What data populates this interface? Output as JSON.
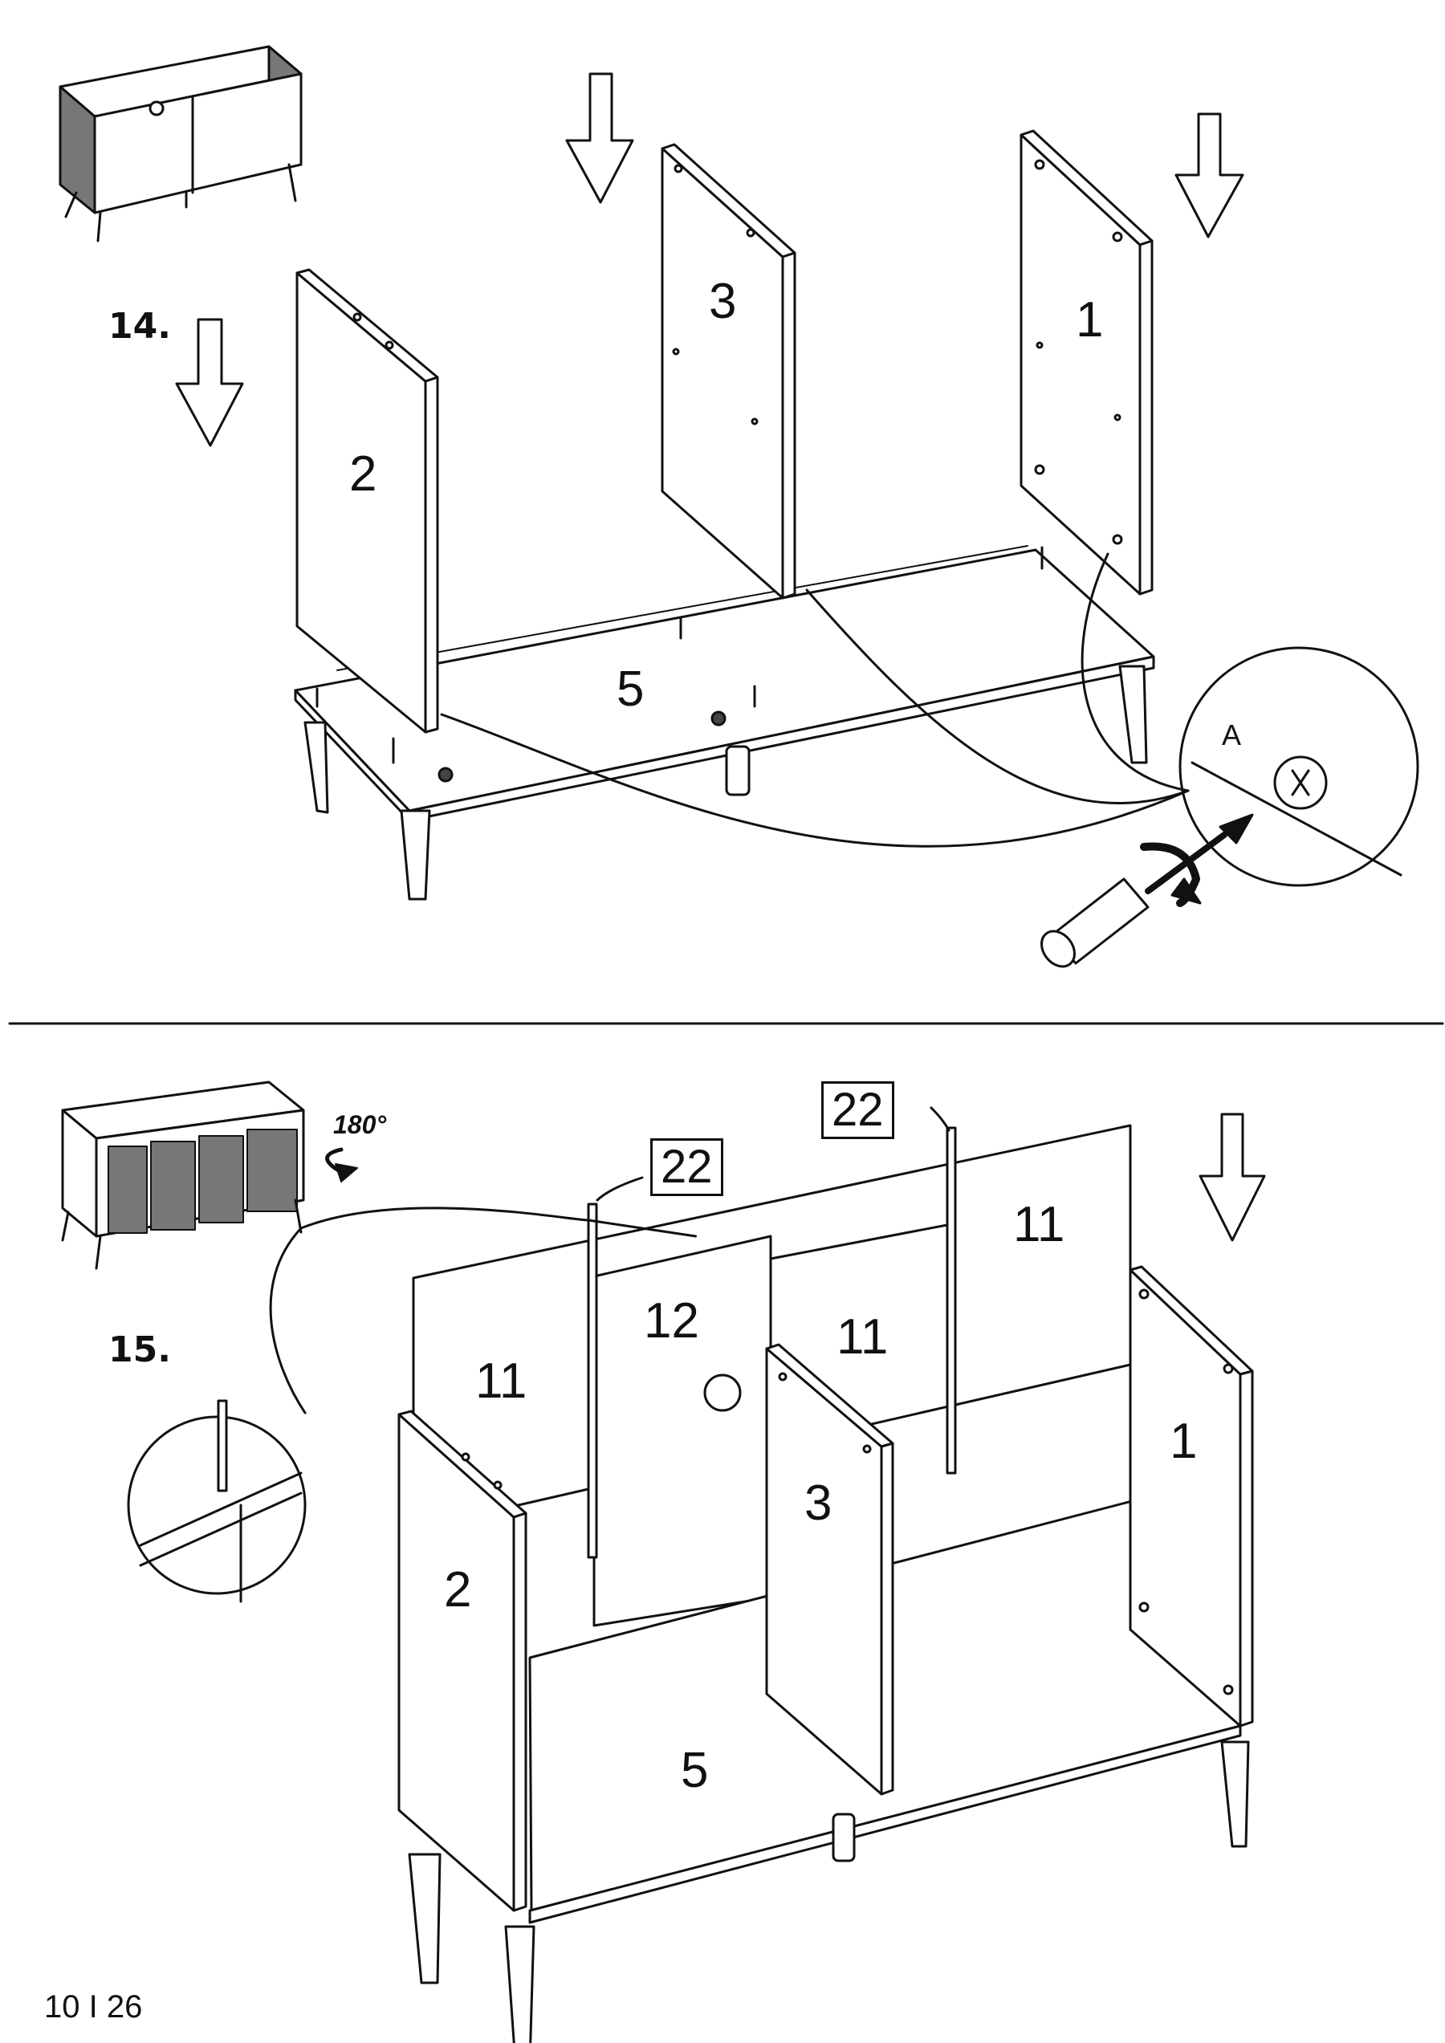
{
  "step14": {
    "number": "14.",
    "parts": {
      "p1": "1",
      "p2": "2",
      "p3": "3",
      "p5": "5"
    },
    "detail_label": "A"
  },
  "step15": {
    "number": "15.",
    "rotation": "180°",
    "parts": {
      "p1": "1",
      "p2": "2",
      "p3": "3",
      "p5": "5",
      "p11a": "11",
      "p11b": "11",
      "p11c": "11",
      "p12": "12"
    },
    "dowel_label_left": "22",
    "dowel_label_right": "22"
  },
  "footer": {
    "page": "10 I 26"
  }
}
